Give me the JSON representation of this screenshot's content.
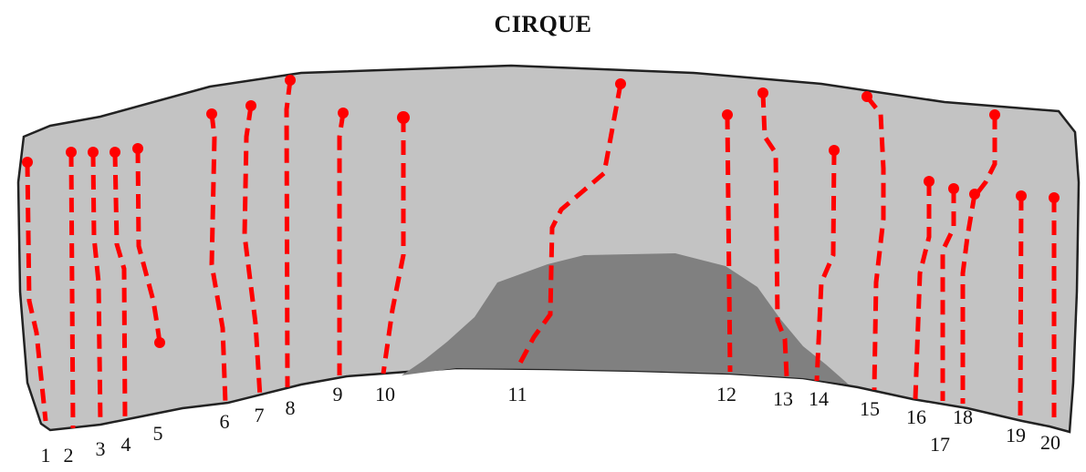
{
  "title": "CIRQUE",
  "colors": {
    "rock_face": "#c3c3c3",
    "cave_shadow": "#808080",
    "outline": "#222222",
    "route": "#ff0000",
    "label": "#111111",
    "background": "#ffffff"
  },
  "routes": [
    {
      "number": "1"
    },
    {
      "number": "2"
    },
    {
      "number": "3"
    },
    {
      "number": "4"
    },
    {
      "number": "5"
    },
    {
      "number": "6"
    },
    {
      "number": "7"
    },
    {
      "number": "8"
    },
    {
      "number": "9"
    },
    {
      "number": "10"
    },
    {
      "number": "11"
    },
    {
      "number": "12"
    },
    {
      "number": "13"
    },
    {
      "number": "14"
    },
    {
      "number": "15"
    },
    {
      "number": "16"
    },
    {
      "number": "17"
    },
    {
      "number": "18"
    },
    {
      "number": "19"
    },
    {
      "number": "20"
    }
  ]
}
